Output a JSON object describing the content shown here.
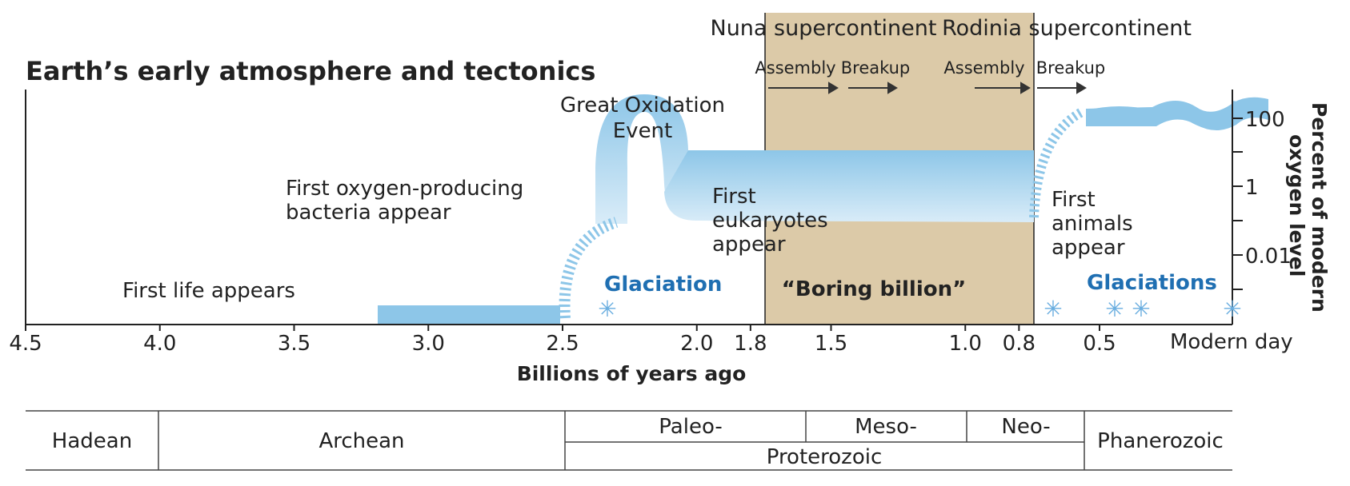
{
  "title": "Earth’s early atmosphere and tectonics",
  "supercontinents": {
    "nuna": {
      "label": "Nuna supercontinent",
      "assembly": "Assembly",
      "breakup": "Breakup"
    },
    "rodinia": {
      "label": "Rodinia supercontinent",
      "assembly": "Assembly",
      "breakup": "Breakup"
    }
  },
  "events": {
    "great_oxidation": [
      "Great Oxidation",
      "Event"
    ],
    "first_oxygen_bacteria": [
      "First oxygen-producing",
      "bacteria appear"
    ],
    "first_eukaryotes": [
      "First",
      "eukaryotes",
      "appear"
    ],
    "first_animals": [
      "First",
      "animals",
      "appear"
    ],
    "first_life": "First life appears",
    "glaciation": "Glaciation",
    "glaciations": "Glaciations",
    "boring_billion": "“Boring billion”"
  },
  "x_axis": {
    "label": "Billions of years ago",
    "ticks": [
      {
        "value": 4.5,
        "label": "4.5"
      },
      {
        "value": 4.0,
        "label": "4.0"
      },
      {
        "value": 3.5,
        "label": "3.5"
      },
      {
        "value": 3.0,
        "label": "3.0"
      },
      {
        "value": 2.5,
        "label": "2.5"
      },
      {
        "value": 2.0,
        "label": "2.0"
      },
      {
        "value": 1.8,
        "label": "1.8"
      },
      {
        "value": 1.5,
        "label": "1.5"
      },
      {
        "value": 1.0,
        "label": "1.0"
      },
      {
        "value": 0.8,
        "label": "0.8"
      },
      {
        "value": 0.5,
        "label": "0.5"
      }
    ],
    "end_label": "Modern day"
  },
  "y_axis": {
    "label": [
      "Percent of modern",
      "oxygen level"
    ],
    "ticks": [
      "100",
      "1",
      "0.01"
    ]
  },
  "eons": {
    "hadean": "Hadean",
    "archean": "Archean",
    "paleo": "Paleo-",
    "meso": "Meso-",
    "neo": "Neo-",
    "proterozoic": "Proterozoic",
    "phanerozoic": "Phanerozoic"
  },
  "colors": {
    "oxygen_band": "#8dc6e8",
    "boring_billion_fill": "#dccaa8",
    "glaciation_text": "#1f6fb2",
    "snowflake": "#6aaee0",
    "text": "#222222"
  },
  "snowflake_icon": "snowflake-icon"
}
